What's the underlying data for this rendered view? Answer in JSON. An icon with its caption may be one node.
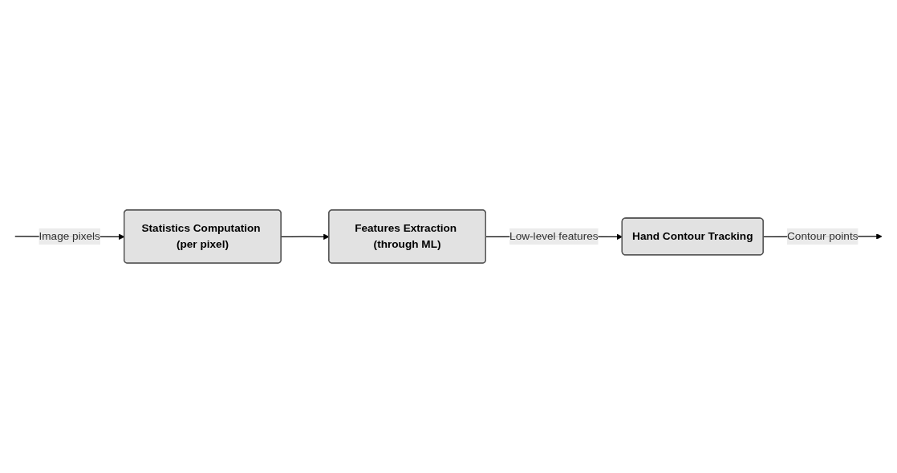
{
  "diagram": {
    "nodes": [
      {
        "text": [
          "Statistics Computation (per pixel)"
        ]
      },
      {
        "text": [
          "Features Extraction (through ML)"
        ]
      },
      {
        "text": [
          "Hand Contour Tracking"
        ]
      }
    ],
    "edges": [
      {
        "from": null,
        "to": 0,
        "arrow": "to",
        "label": "Image pixels"
      },
      {
        "from": 0,
        "to": 1,
        "arrow": "to"
      },
      {
        "from": 1,
        "to": 2,
        "arrow": "to",
        "label": "Low-level features"
      },
      {
        "from": 2,
        "to": null,
        "arrow": "to",
        "label": "Contour points"
      }
    ]
  }
}
